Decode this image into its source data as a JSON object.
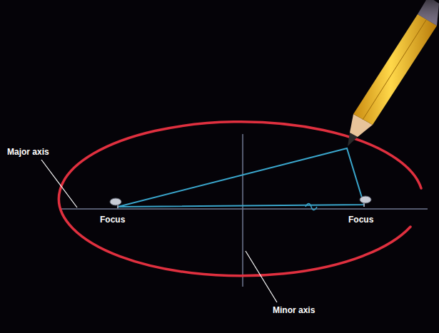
{
  "diagram": {
    "labels": [
      "Major axis",
      "Focus",
      "Focus",
      "Minor axis"
    ]
  }
}
